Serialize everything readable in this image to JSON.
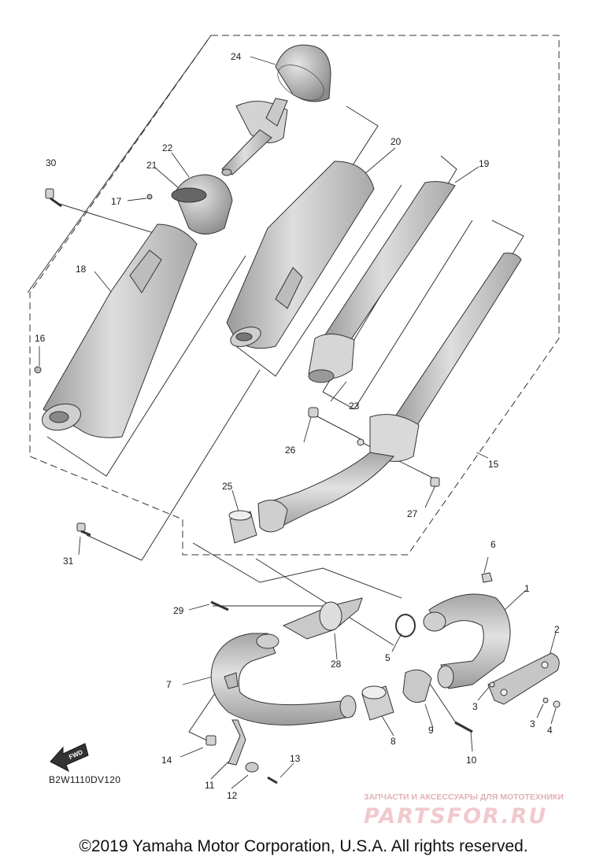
{
  "diagram": {
    "part_labels": [
      "1",
      "2",
      "3",
      "3",
      "4",
      "5",
      "6",
      "7",
      "8",
      "9",
      "10",
      "11",
      "12",
      "13",
      "14",
      "15",
      "16",
      "17",
      "18",
      "19",
      "20",
      "21",
      "22",
      "23",
      "24",
      "25",
      "26",
      "27",
      "28",
      "29",
      "30",
      "31"
    ],
    "diagram_code": "B2W1110DV120",
    "fwd_label": "FWD",
    "watermark_top": "ЗАПЧАСТИ И АКСЕССУАРЫ ДЛЯ МОТОТЕХНИКИ",
    "watermark_brand": "PARTSFOR.RU"
  },
  "footer": {
    "copyright": "©2019 Yamaha Motor Corporation, U.S.A. All rights reserved."
  }
}
